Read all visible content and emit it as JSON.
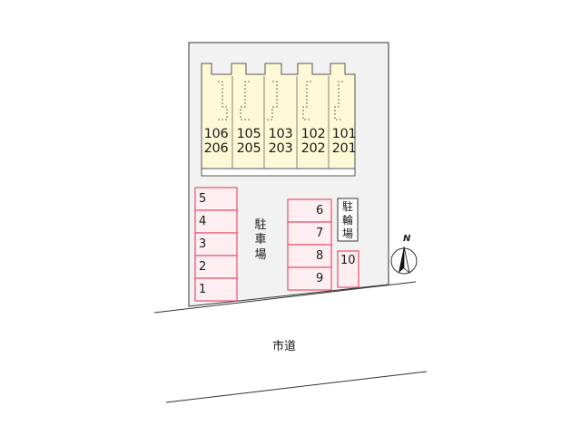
{
  "colors": {
    "lot_fill": "#f2f2f2",
    "building_fill": "#fdf9d6",
    "parking_stroke": "#e8506e",
    "parking_fill": "#fdeef1",
    "line": "#333333"
  },
  "building": {
    "units": [
      {
        "lower": "106",
        "upper": "206"
      },
      {
        "lower": "105",
        "upper": "205"
      },
      {
        "lower": "103",
        "upper": "203"
      },
      {
        "lower": "102",
        "upper": "202"
      },
      {
        "lower": "101",
        "upper": "201"
      }
    ]
  },
  "parking_left": [
    "5",
    "4",
    "3",
    "2",
    "1"
  ],
  "parking_right": [
    "6",
    "7",
    "8",
    "9"
  ],
  "bike_space_number": "10",
  "parking_label": "駐車場",
  "bicycle_parking_label": "駐輪場",
  "road_label": "市道",
  "north_label": "N",
  "icons": {
    "north": "north-arrow-icon"
  }
}
